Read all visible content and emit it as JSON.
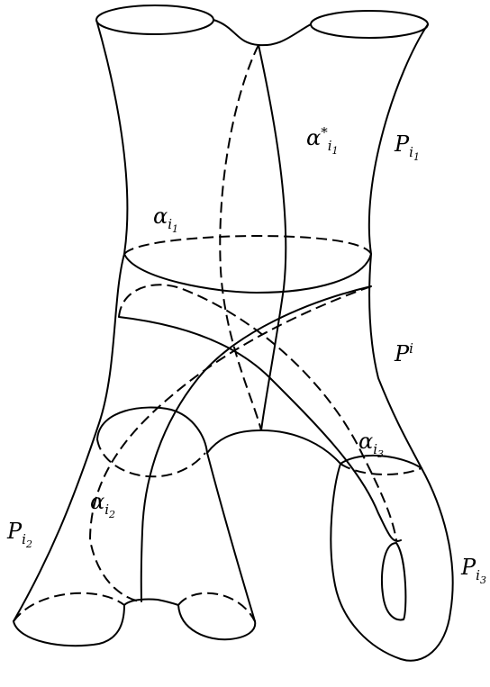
{
  "figure": {
    "labels": {
      "alpha_i1": {
        "base": "α",
        "sub": "i",
        "subsub": "1"
      },
      "alpha_i1_star": {
        "base": "α",
        "sub": "i",
        "subsub": "1",
        "sup": "*"
      },
      "P_i1": {
        "base": "P",
        "sub": "i",
        "subsub": "1"
      },
      "P_i": {
        "base": "P",
        "sup": "i"
      },
      "alpha_i3": {
        "base": "α",
        "sub": "i",
        "subsub": "3"
      },
      "alpha_i2": {
        "base": "α",
        "sub": "i",
        "subsub": "2"
      },
      "P_i2": {
        "base": "P",
        "sub": "i",
        "subsub": "2"
      },
      "P_i3": {
        "base": "P",
        "sub": "i",
        "subsub": "3"
      }
    }
  }
}
